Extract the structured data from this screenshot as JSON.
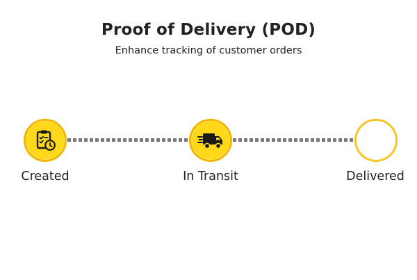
{
  "header": {
    "title": "Proof of Delivery (POD)",
    "subtitle": "Enhance tracking of customer orders"
  },
  "steps": [
    {
      "label": "Created",
      "icon": "clipboard-clock-icon",
      "status": "complete"
    },
    {
      "label": "In Transit",
      "icon": "delivery-truck-icon",
      "status": "complete"
    },
    {
      "label": "Delivered",
      "icon": "",
      "status": "pending"
    }
  ],
  "colors": {
    "accent_fill": "#ffd81a",
    "accent_border": "#f2b600",
    "pending_border": "#f5c52b",
    "connector": "#777777",
    "text": "#222222"
  }
}
